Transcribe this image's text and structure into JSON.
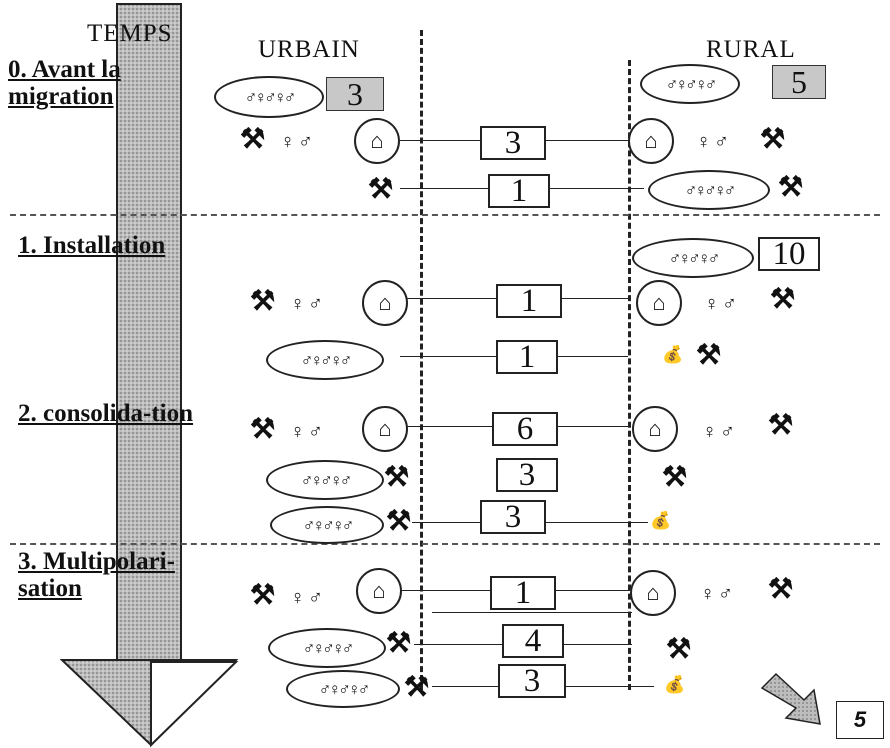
{
  "time_label": "TEMPS",
  "urban_label": "URBAIN",
  "rural_label": "RURAL",
  "stages": {
    "s0": "0. Avant la migration",
    "s1": "1. Installation",
    "s2": "2. consolida-tion",
    "s3": "3. Multipolari-sation"
  },
  "counts": {
    "urban_family_s0": "3",
    "rural_family_s0": "5",
    "r1": "3",
    "r2": "1",
    "rural_family_s1": "10",
    "r3": "1",
    "r4": "1",
    "r5": "6",
    "r6": "3",
    "r7": "3",
    "r8": "1",
    "r9": "4",
    "r10": "3"
  },
  "footer_box": "5",
  "icons": {
    "tool": "hammer-wrench-icon",
    "couple": "couple-icon",
    "family": "family-icon",
    "house": "house-icon",
    "money": "money-bag-icon",
    "arrow": "diagonal-arrow-icon"
  },
  "glyphs": {
    "tool": "⚒",
    "couple": "♀♂",
    "family": "♂♀♂♀♂",
    "house": "⌂",
    "money": "💰"
  }
}
